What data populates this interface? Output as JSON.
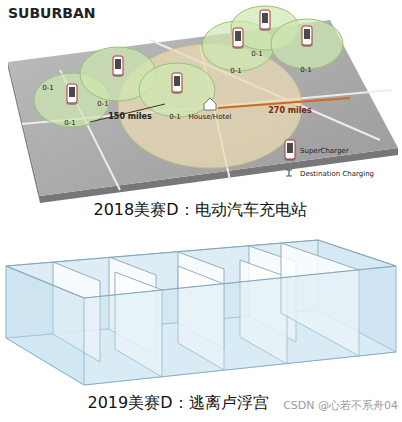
{
  "diagram": {
    "labels": [
      "SUBURBAN",
      "0-1",
      "0-1",
      "0-1",
      "0-1",
      "0-1",
      "0-1",
      "0-1",
      "150 miles",
      "House/Hotel",
      "270 miles",
      "2018美赛D：电动汽车充电站",
      "2019美赛D：逃离卢浮宫",
      "CSDN @心若不系舟04"
    ],
    "legend": [
      {
        "text": "SuperCharger"
      },
      {
        "text": "Destination Charging"
      }
    ]
  }
}
